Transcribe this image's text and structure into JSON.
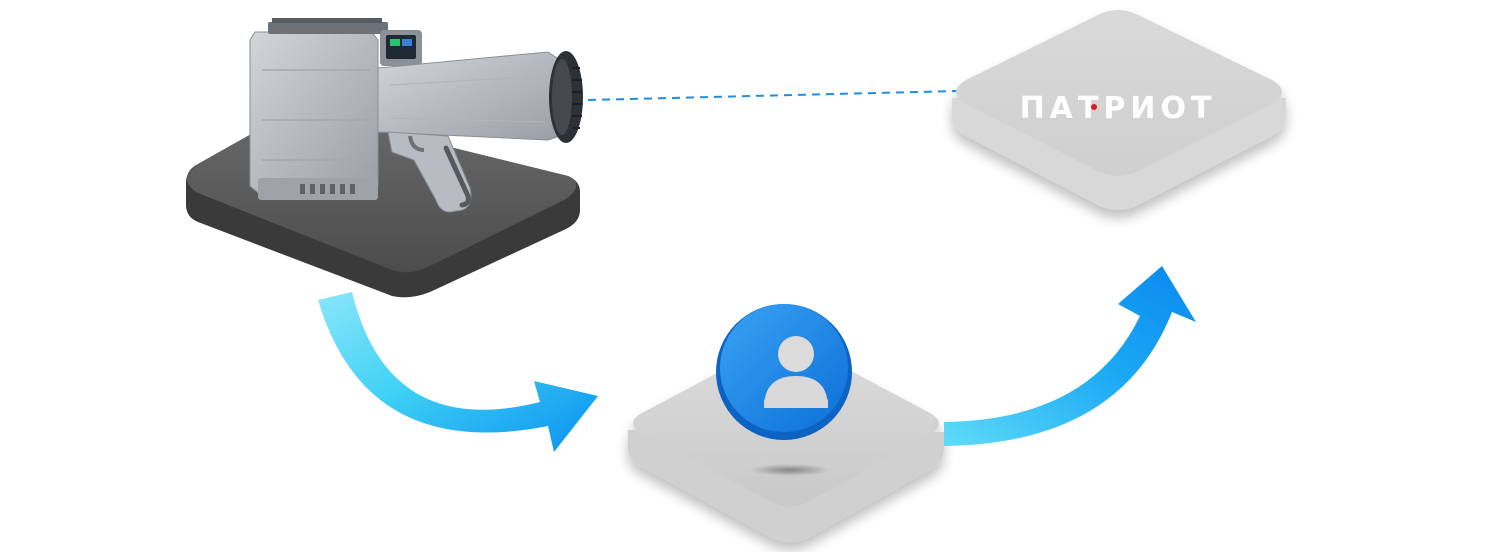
{
  "brand": {
    "logo_text": "ПАТРИОТ",
    "logo_color": "#ffffff",
    "logo_dot_color": "#d41f26"
  },
  "colors": {
    "arrow_light": "#3fd6f5",
    "arrow_dark": "#0a8ff0",
    "connector": "#1e8fe0",
    "dark_platform": "#555555",
    "light_platform": "#e3e3e3",
    "badge_blue": "#1580e6"
  },
  "icons": {
    "device": "handheld-detector-device",
    "user": "user-icon",
    "arrow_down": "curved-arrow-right-icon",
    "arrow_up": "curved-arrow-up-icon"
  },
  "connector_style": "dashed"
}
